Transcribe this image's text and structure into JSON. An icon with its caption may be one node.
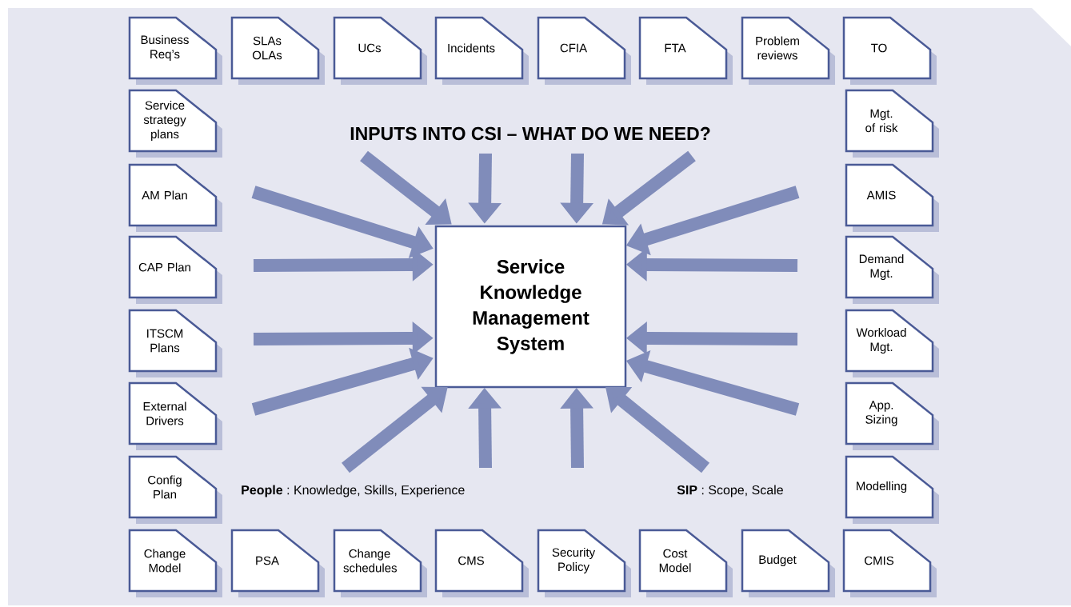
{
  "diagram": {
    "title": "INPUTS INTO CSI – WHAT DO WE NEED?",
    "nodes": [
      {
        "text": [
          "Business Req’s"
        ]
      },
      {
        "text": [
          "SLAs OLAs"
        ]
      },
      {
        "text": [
          "UCs"
        ]
      },
      {
        "text": [
          "Incidents"
        ]
      },
      {
        "text": [
          "CFIA"
        ]
      },
      {
        "text": [
          "FTA"
        ]
      },
      {
        "text": [
          "Problem reviews"
        ]
      },
      {
        "text": [
          "TO"
        ]
      },
      {
        "text": [
          "Service strategy plans"
        ]
      },
      {
        "text": [
          "Mgt. of risk"
        ]
      },
      {
        "text": [
          "AM Plan"
        ]
      },
      {
        "text": [
          "AMIS"
        ]
      },
      {
        "text": [
          "CAP Plan"
        ]
      },
      {
        "text": [
          "Demand Mgt."
        ]
      },
      {
        "text": [
          "ITSCM Plans"
        ]
      },
      {
        "text": [
          "Workload Mgt."
        ]
      },
      {
        "text": [
          "External Drivers"
        ]
      },
      {
        "text": [
          "App. Sizing"
        ]
      },
      {
        "text": [
          "Config Plan"
        ]
      },
      {
        "text": [
          "Modelling"
        ]
      },
      {
        "text": [
          "Service Knowledge Management System"
        ]
      },
      {
        "text": [
          "Change Model"
        ]
      },
      {
        "text": [
          "PSA"
        ]
      },
      {
        "text": [
          "Change schedules"
        ]
      },
      {
        "text": [
          "CMS"
        ]
      },
      {
        "text": [
          "Security Policy"
        ]
      },
      {
        "text": [
          "Cost Model"
        ]
      },
      {
        "text": [
          "Budget"
        ]
      },
      {
        "text": [
          "CMIS"
        ]
      }
    ],
    "edges": [
      {
        "from": null,
        "to": 20,
        "arrow": "to"
      },
      {
        "from": null,
        "to": 20,
        "arrow": "to"
      },
      {
        "from": null,
        "to": 20,
        "arrow": "to"
      },
      {
        "from": null,
        "to": 20,
        "arrow": "to"
      },
      {
        "from": null,
        "to": 20,
        "arrow": "to"
      },
      {
        "from": null,
        "to": 20,
        "arrow": "to"
      },
      {
        "from": null,
        "to": 20,
        "arrow": "to"
      },
      {
        "from": null,
        "to": 20,
        "arrow": "to"
      },
      {
        "from": null,
        "to": 20,
        "arrow": "to"
      },
      {
        "from": null,
        "to": 20,
        "arrow": "to"
      },
      {
        "from": null,
        "to": 20,
        "arrow": "to"
      },
      {
        "from": null,
        "to": 20,
        "arrow": "to"
      },
      {
        "from": null,
        "to": 20,
        "arrow": "to"
      },
      {
        "from": null,
        "to": 20,
        "arrow": "to"
      },
      {
        "from": null,
        "to": 20,
        "arrow": "to"
      },
      {
        "from": null,
        "to": 20,
        "arrow": "to"
      }
    ],
    "labels": [
      "**People** : Knowledge, Skills, Experience",
      "**SIP** : Scope, Scale"
    ]
  }
}
